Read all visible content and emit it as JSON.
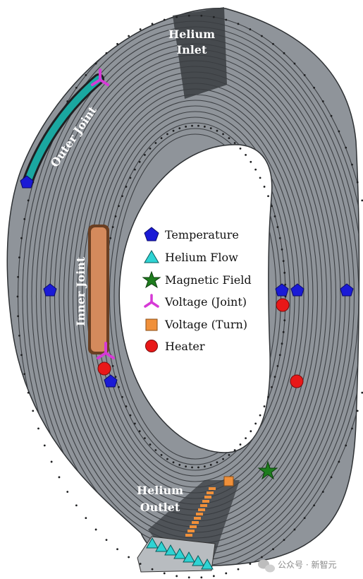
{
  "labels": {
    "helium_inlet_line1": "Helium",
    "helium_inlet_line2": "Inlet",
    "helium_outlet_line1": "Helium",
    "helium_outlet_line2": "Outlet",
    "outer_joint": "Outer Joint",
    "inner_joint": "Inner Joint"
  },
  "legend": {
    "items": [
      {
        "key": "temperature",
        "label": "Temperature",
        "marker": "pentagon-icon",
        "color": "#1a1ad6"
      },
      {
        "key": "helium_flow",
        "label": "Helium Flow",
        "marker": "triangle-icon",
        "color": "#2ed3d3"
      },
      {
        "key": "magnetic_field",
        "label": "Magnetic Field",
        "marker": "star-icon",
        "color": "#1e7d1e"
      },
      {
        "key": "voltage_joint",
        "label": "Voltage (Joint)",
        "marker": "y-shape-icon",
        "color": "#d63ad6"
      },
      {
        "key": "voltage_turn",
        "label": "Voltage (Turn)",
        "marker": "square-icon",
        "color": "#f0903a"
      },
      {
        "key": "heater",
        "label": "Heater",
        "marker": "circle-icon",
        "color": "#e81818"
      }
    ]
  },
  "colors": {
    "coil_body": "#8f949a",
    "coil_line": "#3c3f43",
    "outer_joint": "#1aa7a0",
    "inner_joint": "#d48a5c"
  },
  "watermark": {
    "text": "公众号 · 新智元"
  }
}
